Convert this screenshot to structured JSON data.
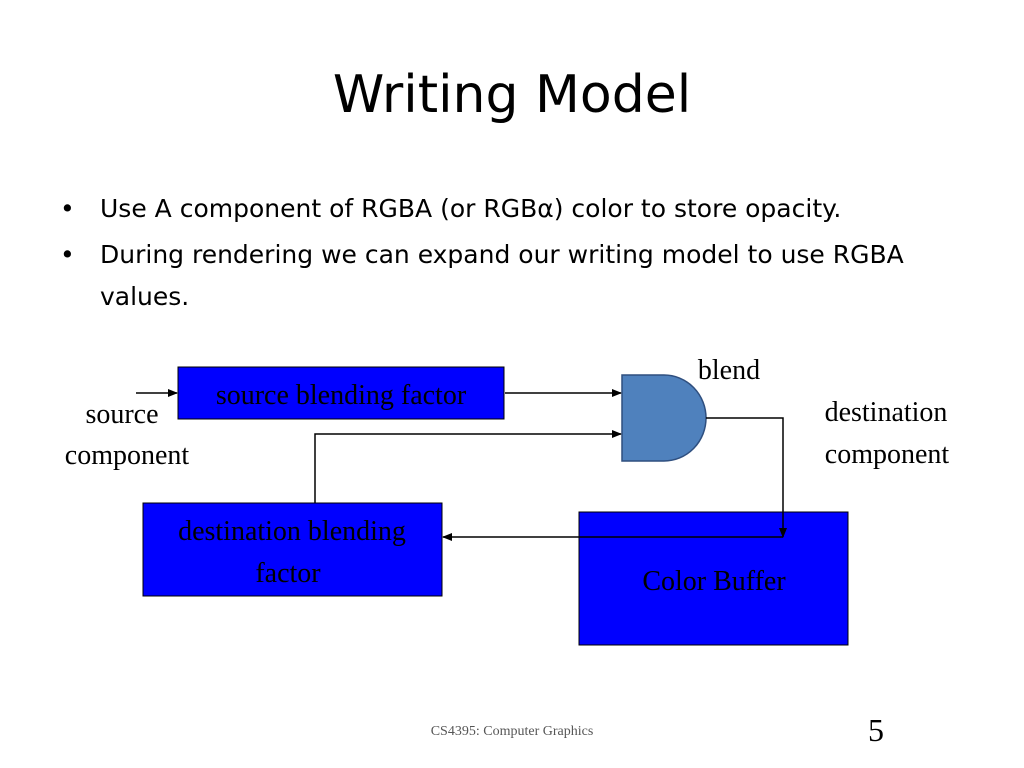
{
  "slide": {
    "title": "Writing Model",
    "bullets": [
      {
        "text": "Use A component of RGBA (or RGBα) color to store opacity."
      },
      {
        "text": "During rendering we can expand our writing model to use RGBA values."
      }
    ],
    "bullet_glyph": "•",
    "footer": "CS4395: Computer Graphics",
    "page_number": "5"
  },
  "diagram": {
    "source_factor_label": "source blending factor",
    "dest_factor_line1": "destination blending",
    "dest_factor_line2": "factor",
    "color_buffer_label": "Color Buffer",
    "blend_label": "blend",
    "source_component_line1": "source",
    "source_component_line2": "component",
    "destination_component_line1": "destination",
    "destination_component_line2": "component",
    "colors": {
      "box_fill": "#0000ff",
      "gate_fill": "#4f81bd",
      "box_text": "#000000"
    }
  }
}
